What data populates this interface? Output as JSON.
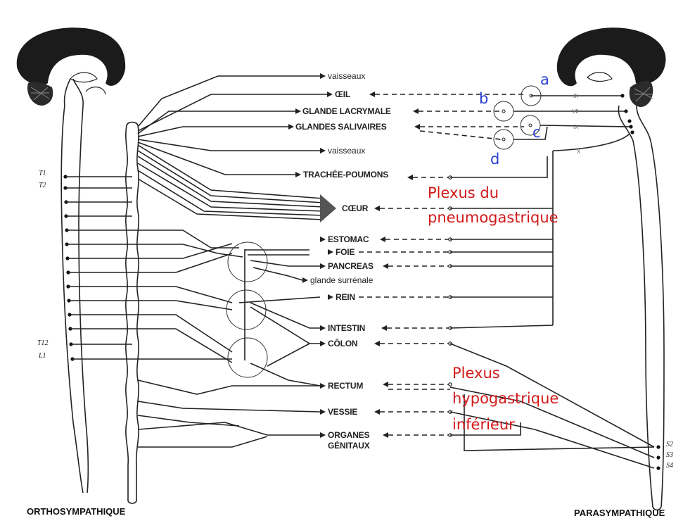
{
  "organs": {
    "vaisseaux_1": "vaisseaux",
    "oeil": "ŒIL",
    "glande_lacrymale": "GLANDE LACRYMALE",
    "glandes_salivaires": "GLANDES SALIVAIRES",
    "vaisseaux_2": "vaisseaux",
    "trachee_poumons": "TRACHÉE-POUMONS",
    "coeur": "CŒUR",
    "estomac": "ESTOMAC",
    "foie": "FOIE",
    "pancreas": "PANCREAS",
    "glande_surrenale": "glande surrénale",
    "rein": "REIN",
    "intestin": "INTESTIN",
    "colon": "CÔLON",
    "rectum": "RECTUM",
    "vessie": "VESSIE",
    "organes_genitaux_1": "ORGANES",
    "organes_genitaux_2": "GÉNITAUX"
  },
  "annotations": {
    "plexus_pneumo_1": "Plexus du",
    "plexus_pneumo_2": "pneumogastrique",
    "plexus_hypo_1": "Plexus",
    "plexus_hypo_2": "hypogastrique",
    "plexus_hypo_3": "inférieur"
  },
  "ganglion_letters": {
    "a": "a",
    "b": "b",
    "c": "c",
    "d": "d"
  },
  "segments": {
    "t1": "T1",
    "t2": "T2",
    "t12": "T12",
    "l1": "L1",
    "s2": "S2",
    "s3": "S3",
    "s4": "S4"
  },
  "cranial_nerves": {
    "iii": "III",
    "vii": "VII",
    "ix": "IX",
    "x": "X"
  },
  "side_labels": {
    "left": "ORTHOSYMPATHIQUE",
    "right": "PARASYMPATHIQUE"
  },
  "colors": {
    "annotation_red": "#d21a1a",
    "annotation_blue": "#2a3fd0",
    "ink": "#222222"
  }
}
